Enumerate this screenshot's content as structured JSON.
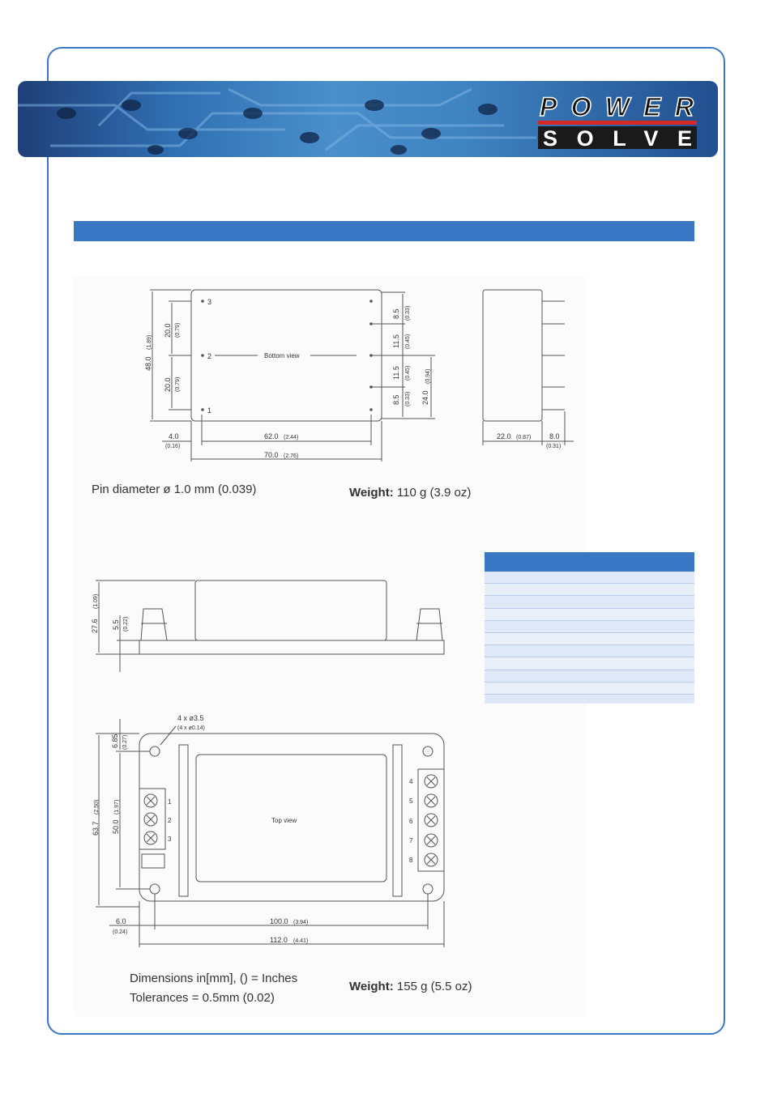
{
  "brand": {
    "line1": "POWER",
    "line2": "SOLVE"
  },
  "notes": {
    "pin_diameter": "Pin diameter ø 1.0 mm (0.039)",
    "weight_label": "Weight:",
    "weight1_value": " 110 g (3.9 oz)",
    "weight2_value": " 155 g (5.5 oz)",
    "dims_line1": "Dimensions in[mm], () = Inches",
    "dims_line2": "Tolerances = 0.5mm (0.02)"
  },
  "drawing1": {
    "view_label": "Bottom view",
    "pins": [
      "3",
      "2",
      "1"
    ],
    "dims": {
      "h48": "48.0",
      "h48_in": "(1.89)",
      "d20a": "20.0",
      "d20a_in": "(0.79)",
      "d20b": "20.0",
      "d20b_in": "(0.79)",
      "r85a": "8.5",
      "r85a_in": "(0.33)",
      "r115a": "11.5",
      "r115a_in": "(0.45)",
      "r115b": "11.5",
      "r115b_in": "(0.45)",
      "r85b": "8.5",
      "r85b_in": "(0.33)",
      "r24": "24.0",
      "r24_in": "(0.94)",
      "w4": "4.0",
      "w4_in": "(0.16)",
      "w62": "62.0",
      "w62_in": "(2.44)",
      "w70": "70.0",
      "w70_in": "(2.76)",
      "s22": "22.0",
      "s22_in": "(0.87)",
      "s8": "8.0",
      "s8_in": "(0.31)"
    }
  },
  "drawing2": {
    "h276": "27.6",
    "h276_in": "(1.09)",
    "h55": "5.5",
    "h55_in": "(0.22)"
  },
  "drawing3": {
    "view_label": "Top view",
    "hole": "4 x ø3.5",
    "hole_in": "(4 x ø0.14)",
    "left_pins": [
      "1",
      "2",
      "3"
    ],
    "right_pins": [
      "4",
      "5",
      "6",
      "7",
      "8"
    ],
    "h685": "6.85",
    "h685_in": "(0.27)",
    "h637": "63.7",
    "h637_in": "(2.50)",
    "h50": "50.0",
    "h50_in": "(1.97)",
    "w6": "6.0",
    "w6_in": "(0.24)",
    "w100": "100.0",
    "w100_in": "(3.94)",
    "w112": "112.0",
    "w112_in": "(4.41)"
  },
  "colors": {
    "accent": "#3a78c6",
    "table_bg": "#dfe8f6",
    "logo_red": "#d62828"
  }
}
